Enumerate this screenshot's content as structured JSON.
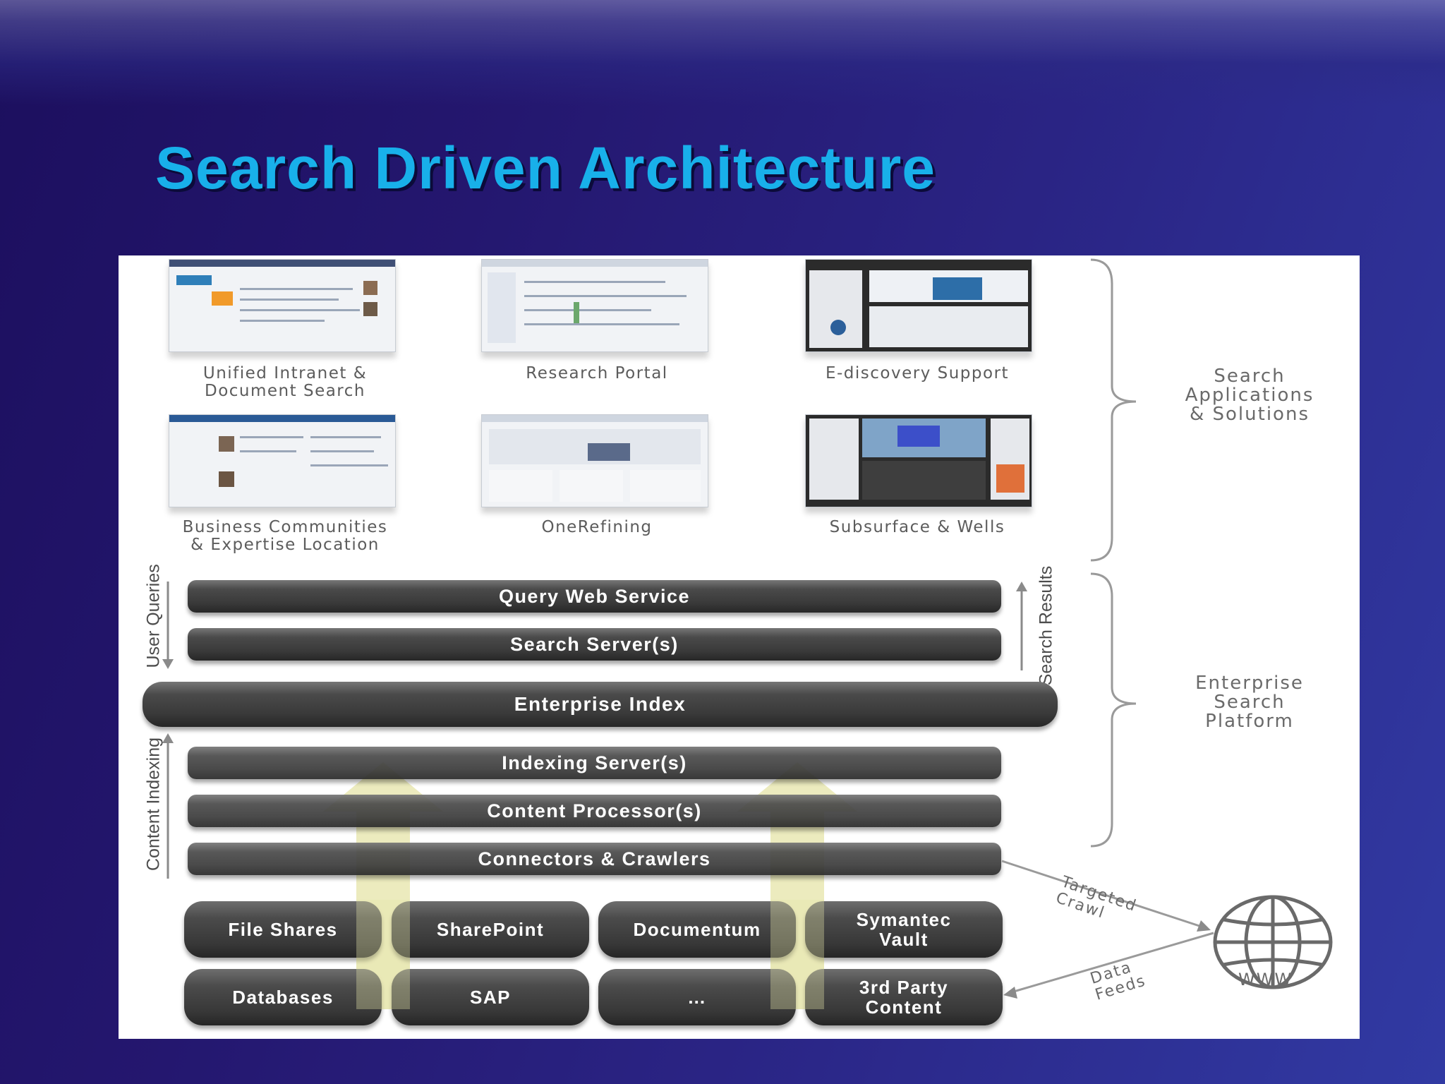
{
  "slide": {
    "title": "Search Driven Architecture"
  },
  "applications": [
    {
      "caption": "Unified Intranet &\nDocument Search"
    },
    {
      "caption": "Research Portal"
    },
    {
      "caption": "E-discovery Support"
    },
    {
      "caption": "Business Communities\n& Expertise Location"
    },
    {
      "caption": "OneRefining"
    },
    {
      "caption": "Subsurface & Wells"
    }
  ],
  "groups": {
    "applications": "Search\nApplications\n& Solutions",
    "platform": "Enterprise\nSearch\nPlatform"
  },
  "flows": {
    "user_queries": "User Queries",
    "search_results": "Search Results",
    "content_indexing": "Content Indexing",
    "targeted_crawl": "Targeted\nCrawl",
    "data_feeds": "Data\nFeeds"
  },
  "layers": {
    "query_web_service": "Query Web Service",
    "search_servers": "Search Server(s)",
    "enterprise_index": "Enterprise Index",
    "indexing_servers": "Indexing Server(s)",
    "content_processors": "Content Processor(s)",
    "connectors": "Connectors & Crawlers"
  },
  "sources": [
    {
      "label": "File Shares"
    },
    {
      "label": "SharePoint"
    },
    {
      "label": "Documentum"
    },
    {
      "label": "Symantec\nVault"
    },
    {
      "label": "Databases"
    },
    {
      "label": "SAP"
    },
    {
      "label": "…"
    },
    {
      "label": "3rd Party\nContent"
    }
  ],
  "web": {
    "label": "WWW"
  }
}
